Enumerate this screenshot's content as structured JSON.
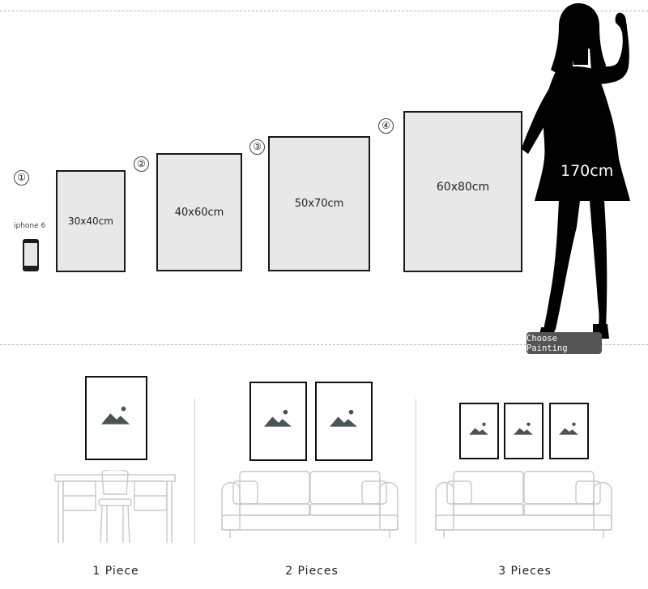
{
  "sizes": {
    "markers": [
      "①",
      "②",
      "③",
      "④"
    ],
    "frames": [
      "30x40cm",
      "40x60cm",
      "50x70cm",
      "60x80cm"
    ],
    "phone_label": "iphone 6",
    "height_label": "170cm",
    "choose_button": "Choose Painting"
  },
  "arrangements": {
    "captions": [
      "1 Piece",
      "2 Pieces",
      "3 Pieces"
    ]
  },
  "colors": {
    "frame_border": "#1a1a1a",
    "frame_fill": "#e8e8e8",
    "silhouette": "#000000",
    "button": "#545454",
    "mountain_icon": "#4a5356"
  }
}
